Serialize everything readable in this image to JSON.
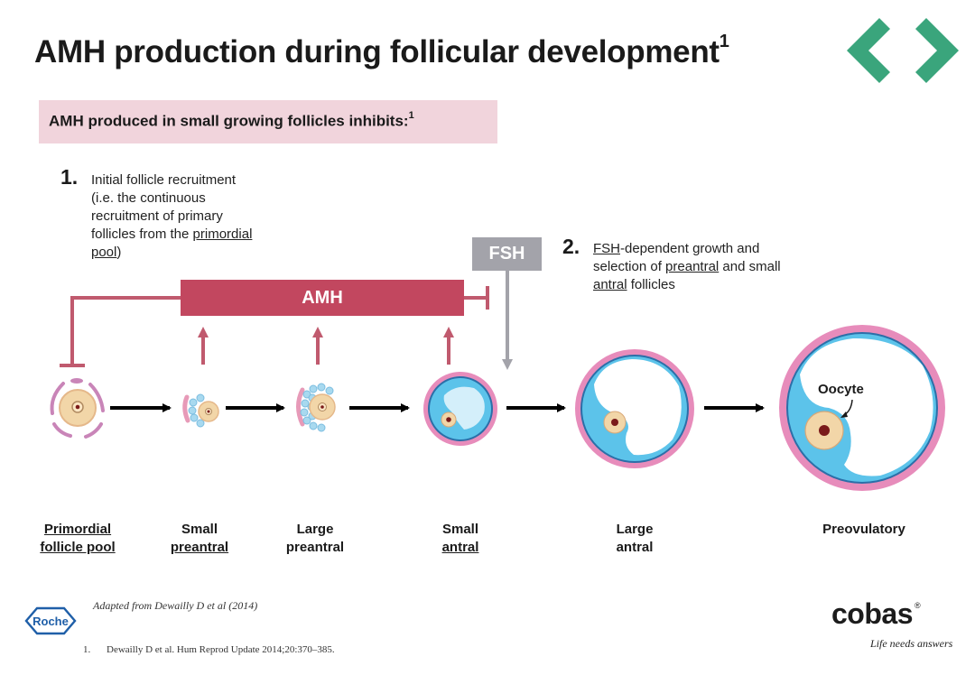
{
  "title": {
    "text": "AMH production during follicular development",
    "sup": "1"
  },
  "subtitle": {
    "text": "AMH produced in small growing follicles inhibits:",
    "sup": "1"
  },
  "note1": {
    "number": "1.",
    "line1": "Initial follicle recruitment",
    "line2": "(i.e. the continuous",
    "line3": "recruitment of primary",
    "line4_pre": "follicles from the ",
    "line4_u": "primordial",
    "line5_u": "pool",
    "line5_post": ")"
  },
  "note2": {
    "number": "2.",
    "line1_u": "FSH",
    "line1_post": "-dependent growth and",
    "line2_pre": "selection of ",
    "line2_u": "preantral",
    "line2_post": " and small",
    "line3_u": "antral",
    "line3_post": " follicles"
  },
  "amh_bar": {
    "label": "AMH"
  },
  "fsh_box": {
    "label": "FSH"
  },
  "oocyte_label": "Oocyte",
  "stages": [
    {
      "line1": "Primordial",
      "line2": "follicle pool",
      "underline": [
        true,
        true
      ]
    },
    {
      "line1": "Small",
      "line2": "preantral",
      "underline": [
        false,
        true
      ]
    },
    {
      "line1": "Large",
      "line2": "preantral",
      "underline": [
        false,
        false
      ]
    },
    {
      "line1": "Small",
      "line2": "antral",
      "underline": [
        false,
        true
      ]
    },
    {
      "line1": "Large",
      "line2": "antral",
      "underline": [
        false,
        false
      ]
    },
    {
      "line1": "Preovulatory",
      "line2": "",
      "underline": [
        false,
        false
      ]
    }
  ],
  "footer": {
    "adapted": "Adapted from Dewailly D et al (2014)",
    "ref_number": "1.",
    "ref_text": "Dewailly D et al. Hum Reprod Update 2014;20:370–385.",
    "roche": "Roche",
    "cobas": "cobas",
    "cobas_reg": "®",
    "tagline": "Life needs answers"
  },
  "colors": {
    "amh": "#c2475f",
    "inhibit_line": "#c05a6e",
    "fsh": "#a3a3aa",
    "nav": "#3aa57c",
    "antrum": "#5cc3ea",
    "follicle_ring": "#e78cbb",
    "oocyte": "#f1d4a3",
    "subtitle_bg": "#f1d4dc"
  },
  "icons": [
    "chevron-left-icon",
    "chevron-right-icon",
    "roche-logo",
    "cobas-logo"
  ]
}
